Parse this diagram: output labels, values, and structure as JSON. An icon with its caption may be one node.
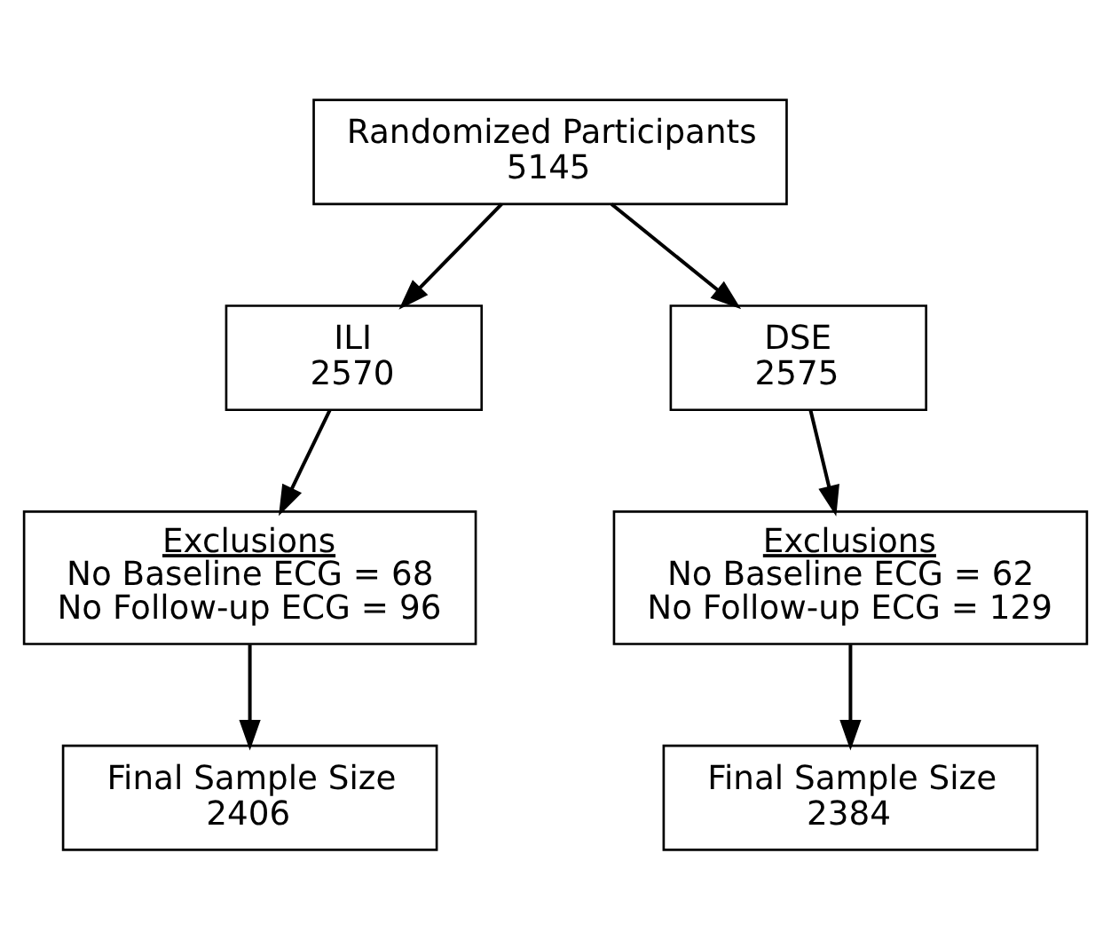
{
  "diagram": {
    "nodes": [
      {
        "text": [
          "Randomized Participants",
          "5145"
        ]
      },
      {
        "text": [
          "ILI",
          "2570"
        ]
      },
      {
        "text": [
          "DSE",
          "2575"
        ]
      },
      {
        "text": [
          "Exclusions",
          "No Baseline ECG = 68",
          "No Follow-up ECG = 96"
        ]
      },
      {
        "text": [
          "Exclusions",
          "No Baseline ECG = 62",
          "No Follow-up ECG = 129"
        ]
      },
      {
        "text": [
          "Final Sample Size",
          "2406"
        ]
      },
      {
        "text": [
          "Final Sample Size",
          "2384"
        ]
      }
    ],
    "edges": [
      {
        "from": 0,
        "to": 1,
        "arrow": "to"
      },
      {
        "from": 0,
        "to": 2,
        "arrow": "to"
      },
      {
        "from": 1,
        "to": 3,
        "arrow": "to"
      },
      {
        "from": 2,
        "to": 4,
        "arrow": "to"
      },
      {
        "from": 3,
        "to": 5,
        "arrow": "to"
      },
      {
        "from": 4,
        "to": 6,
        "arrow": "to"
      }
    ]
  }
}
